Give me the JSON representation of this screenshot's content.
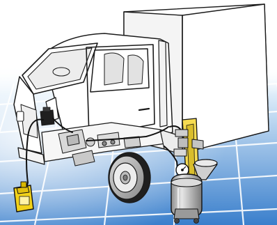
{
  "illustration": {
    "subject": "light-duty-truck-with-brake-fluid-exchange-equipment",
    "components": [
      {
        "id": "box-truck",
        "icon": "truck-icon"
      },
      {
        "id": "box-body",
        "icon": "cargo-box-icon"
      },
      {
        "id": "cab",
        "icon": "cab-icon"
      },
      {
        "id": "front-wheel",
        "icon": "wheel-icon"
      },
      {
        "id": "fluid-jug",
        "icon": "jug-icon"
      },
      {
        "id": "brake-fluid-reservoir",
        "icon": "reservoir-icon"
      },
      {
        "id": "bleeder-tank",
        "icon": "pressure-tank-icon"
      },
      {
        "id": "pressure-gauge",
        "icon": "gauge-icon"
      },
      {
        "id": "funnel",
        "icon": "funnel-icon"
      },
      {
        "id": "fluid-hoses",
        "icon": "hose-icon"
      }
    ]
  },
  "colors": {
    "floor_dark": "#2f73c4",
    "floor_light": "#c6e0f6",
    "tile_edge": "#ffffff",
    "truck_body": "#ffffff",
    "outline": "#1a1a1a",
    "cab_interior": "#e8e8e8",
    "equipment_gray": "#b8b8b8",
    "jug_yellow": "#f2d21a",
    "equipment_yellow": "#f6dc52"
  }
}
